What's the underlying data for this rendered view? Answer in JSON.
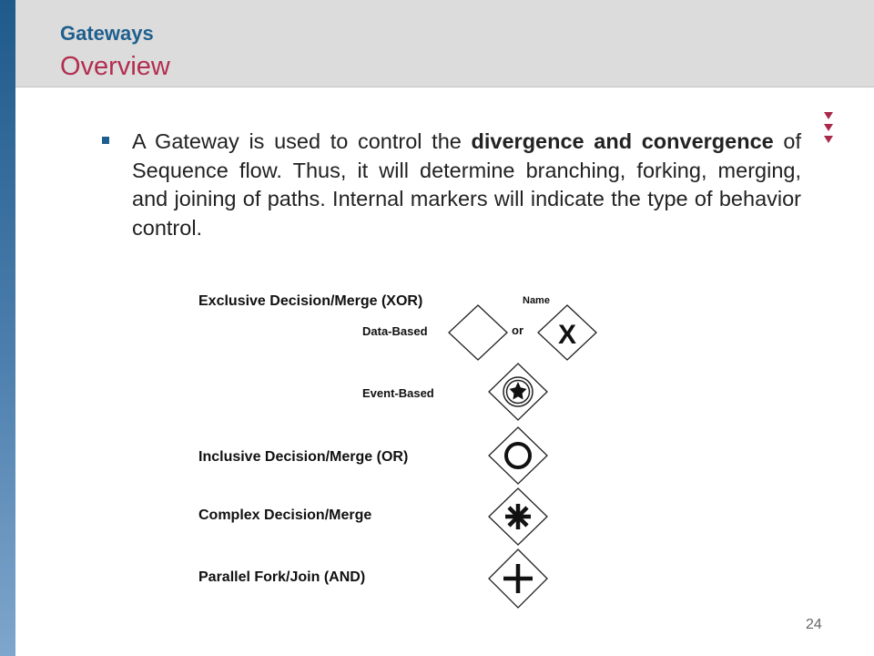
{
  "header": {
    "title": "Gateways",
    "subtitle": "Overview"
  },
  "body": {
    "p1": "A Gateway is used to control the ",
    "p1_bold": "divergence and convergence",
    "p2": " of Sequence flow. Thus, it will determine branching, forking, merging, and joining of paths. Internal markers will indicate the type of behavior control."
  },
  "figure": {
    "exclusive": "Exclusive Decision/Merge (XOR)",
    "name": "Name",
    "data_based": "Data-Based",
    "or": "or",
    "x_marker": "X",
    "event_based": "Event-Based",
    "inclusive": "Inclusive Decision/Merge (OR)",
    "complex": "Complex Decision/Merge",
    "parallel": "Parallel Fork/Join (AND)"
  },
  "page_number": "24",
  "colors": {
    "title": "#1f5f8e",
    "subtitle": "#b22e4f",
    "header_bg": "#dcdcdc",
    "sidebar": "#2f6a9c",
    "nav_arrows": "#a8294a"
  }
}
